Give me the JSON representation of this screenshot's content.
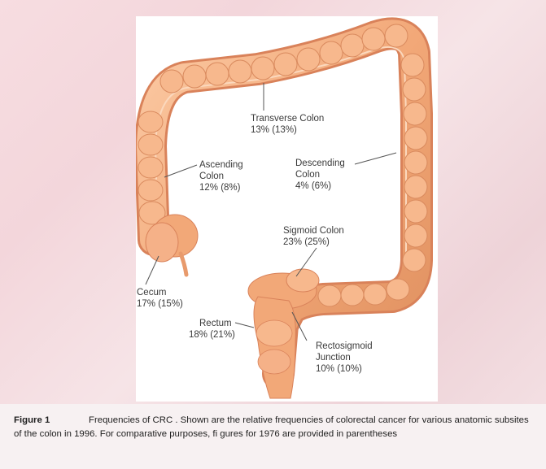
{
  "diagram": {
    "labels": {
      "transverse": {
        "name": "Transverse Colon",
        "value": "13% (13%)"
      },
      "ascending": {
        "line1": "Ascending",
        "line2": "Colon",
        "value": "12% (8%)"
      },
      "descending": {
        "line1": "Descending",
        "line2": "Colon",
        "value": "4% (6%)"
      },
      "sigmoid": {
        "name": "Sigmoid Colon",
        "value": "23% (25%)"
      },
      "cecum": {
        "name": "Cecum",
        "value": "17% (15%)"
      },
      "rectum": {
        "name": "Rectum",
        "value": "18% (21%)"
      },
      "rectosigmoid": {
        "line1": "Rectosigmoid",
        "line2": "Junction",
        "value": "10% (10%)"
      }
    },
    "colors": {
      "colon_fill": "#f2a878",
      "colon_highlight": "#fbd2b0",
      "colon_shadow": "#d9825a",
      "leader_line": "#555555"
    }
  },
  "caption": {
    "figure_label": "Figure 1",
    "text": "Frequencies of CRC . Shown are the relative frequencies of colorectal cancer for various anatomic subsites of the colon in 1996. For comparative purposes, fi gures for 1976 are provided in parentheses"
  }
}
